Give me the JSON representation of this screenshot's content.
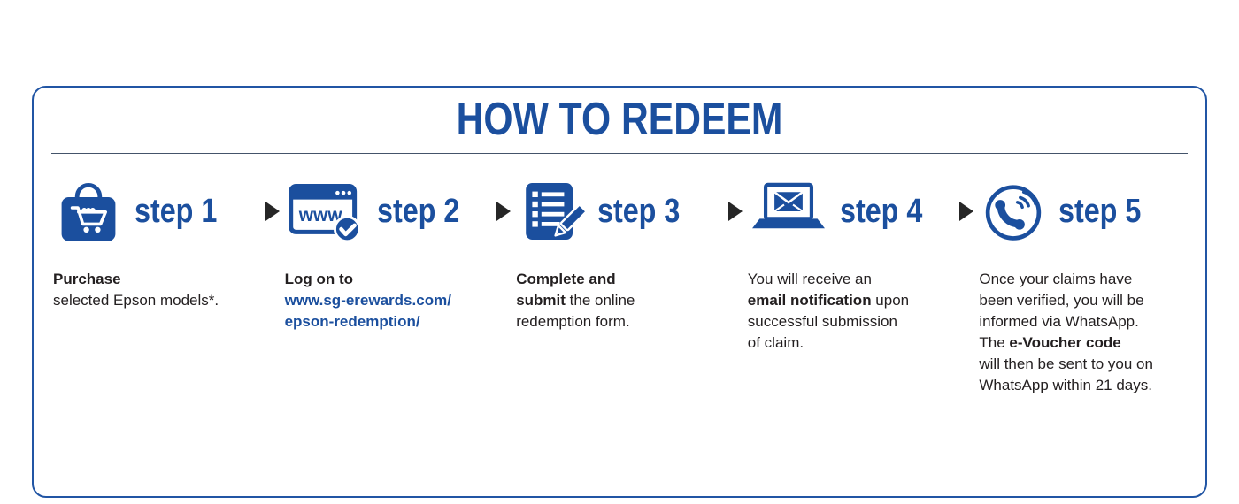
{
  "title": "HOW TO REDEEM",
  "colors": {
    "accent": "#1b4f9e",
    "text": "#231f20",
    "arrow": "#262626"
  },
  "steps": [
    {
      "label": "step 1",
      "icon": "shopping-bag-cart-icon",
      "desc": [
        {
          "text": "Purchase",
          "bold": true,
          "br": true
        },
        {
          "text": "selected Epson models*.",
          "bold": false
        }
      ]
    },
    {
      "label": "step 2",
      "icon": "browser-www-icon",
      "icon_text": "www",
      "desc": [
        {
          "text": "Log on to",
          "bold": true,
          "br": true
        },
        {
          "text": "www.sg-erewards.com/",
          "bold": true,
          "link": true,
          "br": true
        },
        {
          "text": "epson-redemption/",
          "bold": true,
          "link": true
        }
      ]
    },
    {
      "label": "step 3",
      "icon": "form-pencil-icon",
      "desc": [
        {
          "text": "Complete and",
          "bold": true,
          "br": true
        },
        {
          "text": "submit",
          "bold": true
        },
        {
          "text": " the online",
          "bold": false,
          "br": true
        },
        {
          "text": "redemption form.",
          "bold": false
        }
      ]
    },
    {
      "label": "step 4",
      "icon": "laptop-email-icon",
      "desc": [
        {
          "text": "You will receive an",
          "bold": false,
          "br": true
        },
        {
          "text": "email notification",
          "bold": true
        },
        {
          "text": " upon",
          "bold": false,
          "br": true
        },
        {
          "text": "successful submission",
          "bold": false,
          "br": true
        },
        {
          "text": "of claim.",
          "bold": false
        }
      ]
    },
    {
      "label": "step 5",
      "icon": "phone-call-icon",
      "desc": [
        {
          "text": "Once your claims have",
          "bold": false,
          "br": true
        },
        {
          "text": "been verified, you will be",
          "bold": false,
          "br": true
        },
        {
          "text": "informed via WhatsApp.",
          "bold": false,
          "br": true
        },
        {
          "text": "The ",
          "bold": false
        },
        {
          "text": "e-Voucher code",
          "bold": true,
          "br": true
        },
        {
          "text": "will then be sent to you on",
          "bold": false,
          "br": true
        },
        {
          "text": "WhatsApp within 21 days.",
          "bold": false
        }
      ]
    }
  ]
}
